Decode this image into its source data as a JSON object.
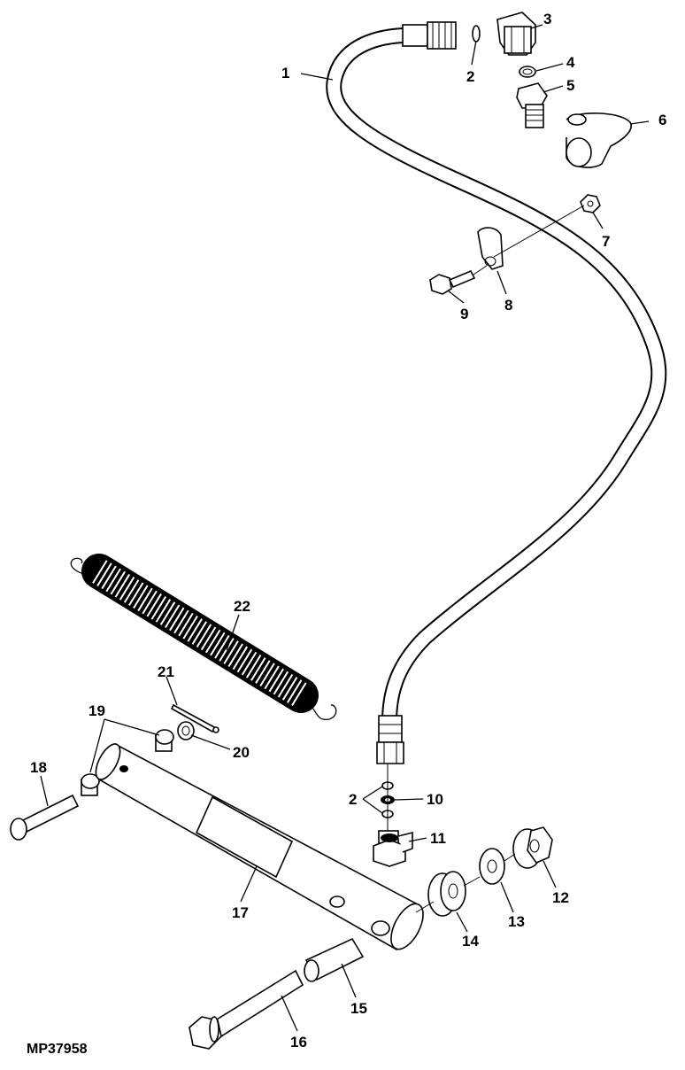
{
  "figure_id": "MP37958",
  "callouts": [
    {
      "id": "c1",
      "label": "1"
    },
    {
      "id": "c2a",
      "label": "2"
    },
    {
      "id": "c3",
      "label": "3"
    },
    {
      "id": "c4",
      "label": "4"
    },
    {
      "id": "c5",
      "label": "5"
    },
    {
      "id": "c6",
      "label": "6"
    },
    {
      "id": "c7",
      "label": "7"
    },
    {
      "id": "c8",
      "label": "8"
    },
    {
      "id": "c9",
      "label": "9"
    },
    {
      "id": "c2b",
      "label": "2"
    },
    {
      "id": "c10",
      "label": "10"
    },
    {
      "id": "c11",
      "label": "11"
    },
    {
      "id": "c12",
      "label": "12"
    },
    {
      "id": "c13",
      "label": "13"
    },
    {
      "id": "c14",
      "label": "14"
    },
    {
      "id": "c15",
      "label": "15"
    },
    {
      "id": "c16",
      "label": "16"
    },
    {
      "id": "c17",
      "label": "17"
    },
    {
      "id": "c18",
      "label": "18"
    },
    {
      "id": "c19",
      "label": "19"
    },
    {
      "id": "c20",
      "label": "20"
    },
    {
      "id": "c21",
      "label": "21"
    },
    {
      "id": "c22",
      "label": "22"
    }
  ]
}
